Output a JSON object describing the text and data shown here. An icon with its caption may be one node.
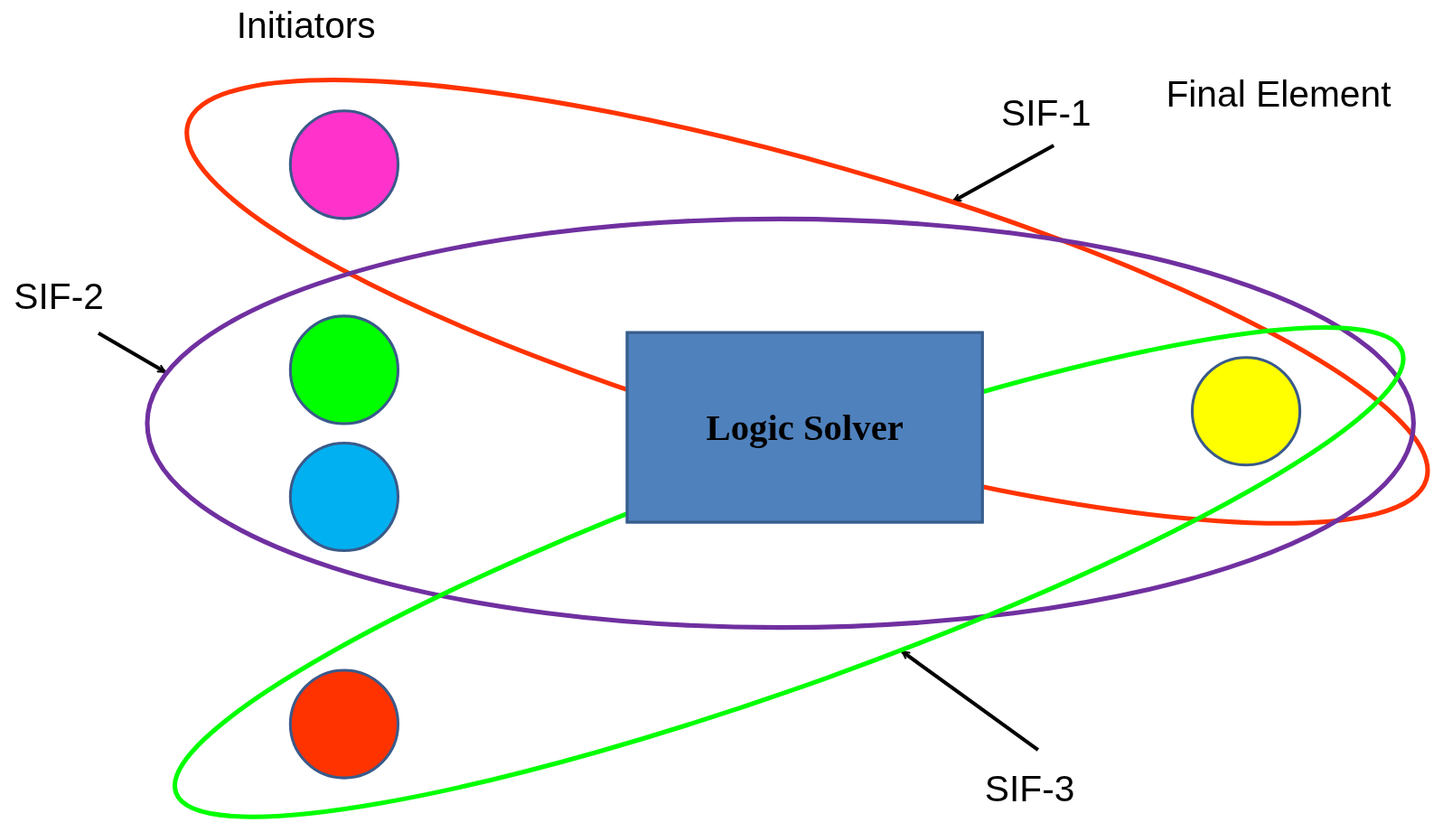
{
  "diagram": {
    "nodes": [
      {
        "text": [],
        "shape": "ellipse"
      },
      {
        "text": [],
        "shape": "ellipse"
      },
      {
        "text": [],
        "shape": "ellipse"
      },
      {
        "text": [
          "Logic Solver"
        ]
      },
      {
        "text": [],
        "shape": "circle",
        "in": 0
      },
      {
        "text": [],
        "shape": "circle",
        "in": 1
      },
      {
        "text": [],
        "shape": "circle",
        "in": 1
      },
      {
        "text": [],
        "shape": "circle",
        "in": 2
      },
      {
        "text": [],
        "shape": "circle"
      },
      {
        "text": [
          "SIF-1"
        ]
      },
      {
        "text": [
          "SIF-2"
        ]
      },
      {
        "text": [
          "SIF-3"
        ]
      }
    ],
    "edges": [
      {
        "from": 9,
        "to": 0,
        "arrow": "to"
      },
      {
        "from": 10,
        "to": 1,
        "arrow": "to"
      },
      {
        "from": 11,
        "to": 2,
        "arrow": "to"
      }
    ],
    "labels": [
      "Initiators",
      "Final Element"
    ]
  }
}
